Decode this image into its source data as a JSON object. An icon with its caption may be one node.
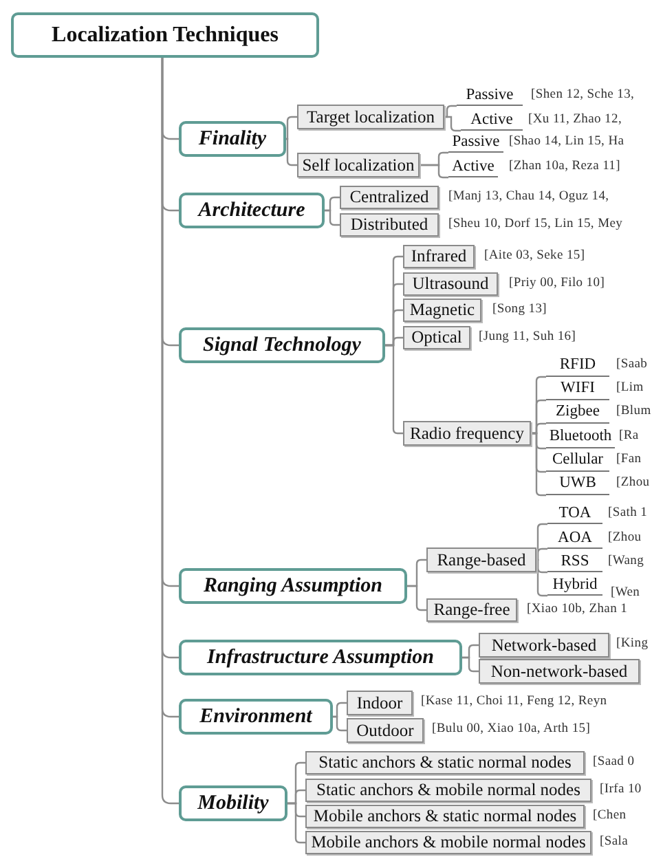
{
  "diagram": {
    "nodes": [
      {
        "text": [
          "Localization Techniques"
        ]
      },
      {
        "text": [
          "Finality"
        ]
      },
      {
        "text": [
          "Target localization"
        ]
      },
      {
        "text": [
          "Passive"
        ],
        "beside": [
          "[Shen 12, Sche 13,"
        ]
      },
      {
        "text": [
          "Active"
        ],
        "beside": [
          "[Xu 11, Zhao 12,"
        ]
      },
      {
        "text": [
          "Self localization"
        ]
      },
      {
        "text": [
          "Passive"
        ],
        "beside": [
          "[Shao 14, Lin 15, Ha"
        ]
      },
      {
        "text": [
          "Active"
        ],
        "beside": [
          "[Zhan 10a, Reza 11]"
        ]
      },
      {
        "text": [
          "Architecture"
        ]
      },
      {
        "text": [
          "Centralized"
        ],
        "beside": [
          "[Manj 13, Chau 14, Oguz 14,"
        ]
      },
      {
        "text": [
          "Distributed"
        ],
        "beside": [
          "[Sheu 10, Dorf 15, Lin 15, Mey"
        ]
      },
      {
        "text": [
          "Signal Technology"
        ]
      },
      {
        "text": [
          "Infrared"
        ],
        "beside": [
          "[Aite 03, Seke 15]"
        ]
      },
      {
        "text": [
          "Ultrasound"
        ],
        "beside": [
          "[Priy 00, Filo 10]"
        ]
      },
      {
        "text": [
          "Magnetic"
        ],
        "beside": [
          "[Song 13]"
        ]
      },
      {
        "text": [
          "Optical"
        ],
        "beside": [
          "[Jung 11, Suh 16]"
        ]
      },
      {
        "text": [
          "Radio frequency"
        ]
      },
      {
        "text": [
          "RFID"
        ],
        "beside": [
          "[Saab"
        ]
      },
      {
        "text": [
          "WIFI"
        ],
        "beside": [
          "[Lim"
        ]
      },
      {
        "text": [
          "Zigbee"
        ],
        "beside": [
          "[Blum"
        ]
      },
      {
        "text": [
          "Bluetooth"
        ],
        "beside": [
          "[Ra"
        ]
      },
      {
        "text": [
          "Cellular"
        ],
        "beside": [
          "[Fan"
        ]
      },
      {
        "text": [
          "UWB"
        ],
        "beside": [
          "[Zhou"
        ]
      },
      {
        "text": [
          "Ranging Assumption"
        ]
      },
      {
        "text": [
          "Range-based"
        ]
      },
      {
        "text": [
          "TOA"
        ],
        "beside": [
          "[Sath 1"
        ]
      },
      {
        "text": [
          "AOA"
        ],
        "beside": [
          "[Zhou"
        ]
      },
      {
        "text": [
          "RSS"
        ],
        "beside": [
          "[Wang"
        ]
      },
      {
        "text": [
          "Hybrid"
        ],
        "beside": [
          "[Wen"
        ]
      },
      {
        "text": [
          "Range-free"
        ],
        "beside": [
          "[Xiao 10b, Zhan 1"
        ]
      },
      {
        "text": [
          "Infrastructure Assumption"
        ]
      },
      {
        "text": [
          "Network-based"
        ],
        "beside": [
          "[King"
        ]
      },
      {
        "text": [
          "Non-network-based"
        ]
      },
      {
        "text": [
          "Environment"
        ]
      },
      {
        "text": [
          "Indoor"
        ],
        "beside": [
          "[Kase 11, Choi 11, Feng 12, Reyn"
        ]
      },
      {
        "text": [
          "Outdoor"
        ],
        "beside": [
          "[Bulu 00, Xiao 10a, Arth 15]"
        ]
      },
      {
        "text": [
          "Mobility"
        ]
      },
      {
        "text": [
          "Static anchors & static normal nodes"
        ],
        "beside": [
          "[Saad 0"
        ]
      },
      {
        "text": [
          "Static anchors & mobile normal nodes"
        ],
        "beside": [
          "[Irfa 10"
        ]
      },
      {
        "text": [
          "Mobile anchors & static normal nodes"
        ],
        "beside": [
          "[Chen"
        ]
      },
      {
        "text": [
          "Mobile anchors & mobile normal nodes"
        ],
        "beside": [
          "[Sala"
        ]
      }
    ],
    "edges": [
      {
        "from": 0,
        "to": 1,
        "arrow": "none"
      },
      {
        "from": 1,
        "to": 2,
        "arrow": "none"
      },
      {
        "from": 2,
        "to": 3,
        "arrow": "none"
      },
      {
        "from": 2,
        "to": 4,
        "arrow": "none"
      },
      {
        "from": 1,
        "to": 5,
        "arrow": "none"
      },
      {
        "from": 5,
        "to": 6,
        "arrow": "none"
      },
      {
        "from": 5,
        "to": 7,
        "arrow": "none"
      },
      {
        "from": 0,
        "to": 8,
        "arrow": "none"
      },
      {
        "from": 8,
        "to": 9,
        "arrow": "none"
      },
      {
        "from": 8,
        "to": 10,
        "arrow": "none"
      },
      {
        "from": 0,
        "to": 11,
        "arrow": "none"
      },
      {
        "from": 11,
        "to": 12,
        "arrow": "none"
      },
      {
        "from": 11,
        "to": 13,
        "arrow": "none"
      },
      {
        "from": 11,
        "to": 14,
        "arrow": "none"
      },
      {
        "from": 11,
        "to": 15,
        "arrow": "none"
      },
      {
        "from": 11,
        "to": 16,
        "arrow": "none"
      },
      {
        "from": 16,
        "to": 17,
        "arrow": "none"
      },
      {
        "from": 16,
        "to": 18,
        "arrow": "none"
      },
      {
        "from": 16,
        "to": 19,
        "arrow": "none"
      },
      {
        "from": 16,
        "to": 20,
        "arrow": "none"
      },
      {
        "from": 16,
        "to": 21,
        "arrow": "none"
      },
      {
        "from": 16,
        "to": 22,
        "arrow": "none"
      },
      {
        "from": 0,
        "to": 23,
        "arrow": "none"
      },
      {
        "from": 23,
        "to": 24,
        "arrow": "none"
      },
      {
        "from": 24,
        "to": 25,
        "arrow": "none"
      },
      {
        "from": 24,
        "to": 26,
        "arrow": "none"
      },
      {
        "from": 24,
        "to": 27,
        "arrow": "none"
      },
      {
        "from": 24,
        "to": 28,
        "arrow": "none"
      },
      {
        "from": 23,
        "to": 29,
        "arrow": "none"
      },
      {
        "from": 0,
        "to": 30,
        "arrow": "none"
      },
      {
        "from": 30,
        "to": 31,
        "arrow": "none"
      },
      {
        "from": 30,
        "to": 32,
        "arrow": "none"
      },
      {
        "from": 0,
        "to": 33,
        "arrow": "none"
      },
      {
        "from": 33,
        "to": 34,
        "arrow": "none"
      },
      {
        "from": 33,
        "to": 35,
        "arrow": "none"
      },
      {
        "from": 0,
        "to": 36,
        "arrow": "none"
      },
      {
        "from": 36,
        "to": 37,
        "arrow": "none"
      },
      {
        "from": 36,
        "to": 38,
        "arrow": "none"
      },
      {
        "from": 36,
        "to": 39,
        "arrow": "none"
      },
      {
        "from": 36,
        "to": 40,
        "arrow": "none"
      }
    ]
  }
}
